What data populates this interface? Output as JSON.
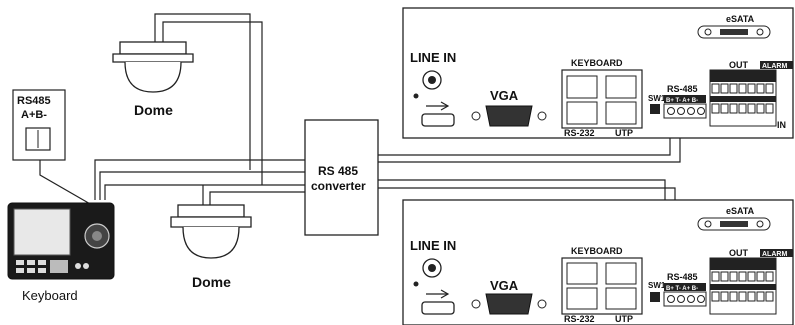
{
  "labels": {
    "rs485_port": "RS485",
    "rs485_pins": "A+B-",
    "keyboard": "Keyboard",
    "dome_top": "Dome",
    "dome_bottom": "Dome",
    "converter_line1": "RS 485",
    "converter_line2": "converter"
  },
  "dvr_top": {
    "line_in": "LINE IN",
    "vga": "VGA",
    "keyboard": "KEYBOARD",
    "rs232": "RS-232",
    "utp": "UTP",
    "esata": "eSATA",
    "sw1": "SW1",
    "rs485": "RS-485",
    "rs485_pins": "B+ T- A+ B-",
    "out": "OUT",
    "alarm": "ALARM",
    "in": "IN"
  },
  "dvr_bottom": {
    "line_in": "LINE IN",
    "vga": "VGA",
    "keyboard": "KEYBOARD",
    "rs232": "RS-232",
    "utp": "UTP",
    "esata": "eSATA",
    "sw1": "SW1",
    "rs485": "RS-485",
    "rs485_pins": "B+ T- A+ B-",
    "out": "OUT",
    "alarm": "ALARM"
  },
  "colors": {
    "line": "#222222",
    "panel_fill": "#ffffff",
    "dark": "#1a1a1a"
  }
}
